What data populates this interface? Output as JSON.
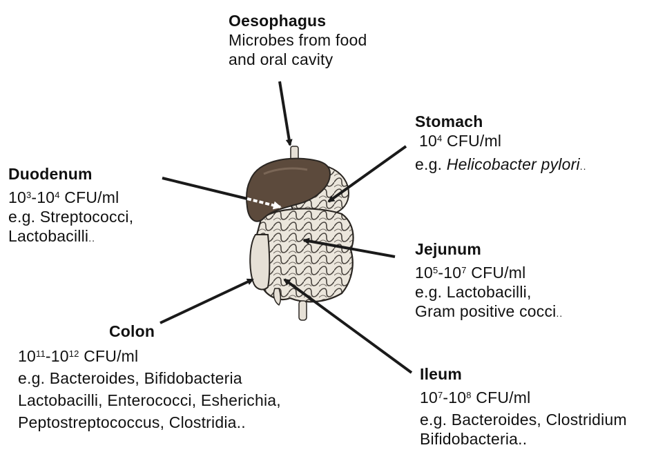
{
  "oesophagus": {
    "title": "Oesophagus",
    "line1": "Microbes from food",
    "line2": "and oral cavity"
  },
  "stomach": {
    "title": "Stomach",
    "base": "10",
    "exp": "4",
    "unit": "CFU/ml",
    "eg_prefix": "e.g. ",
    "eg_italic": "Helicobacter pylori",
    "eg_suffix": ".."
  },
  "duodenum": {
    "title": "Duodenum",
    "base1": "10",
    "exp1": "3",
    "dash": "-",
    "base2": "10",
    "exp2": "4",
    "unit": "CFU/ml",
    "line3": "e.g. Streptococci,",
    "line4": "Lactobacilli",
    "dots": ".."
  },
  "jejunum": {
    "title": "Jejunum",
    "base1": "10",
    "exp1": "5",
    "dash": "-",
    "base2": "10",
    "exp2": "7",
    "unit": "CFU/ml",
    "line3": "e.g. Lactobacilli,",
    "line4": "Gram positive cocci",
    "dots": ".."
  },
  "colon": {
    "title": "Colon",
    "base1": "10",
    "exp1": "11",
    "dash": "-",
    "base2": "10",
    "exp2": "12",
    "unit": "CFU/ml",
    "line3": "e.g. Bacteroides, Bifidobacteria",
    "line4": "Lactobacilli, Enterococci, Esherichia,",
    "line5": "Peptostreptococcus, Clostridia.."
  },
  "ileum": {
    "title": "Ileum",
    "base1": "10",
    "exp1": "7",
    "dash": "-",
    "base2": "10",
    "exp2": "8",
    "unit": "CFU/ml",
    "line3": "e.g. Bacteroides, Clostridium",
    "line4": "Bifidobacteria.."
  },
  "colors": {
    "liver": "#5c4a3c",
    "intestine": "#e6e0d6",
    "outline": "#2a2622",
    "arrow": "#1a1a1a"
  }
}
